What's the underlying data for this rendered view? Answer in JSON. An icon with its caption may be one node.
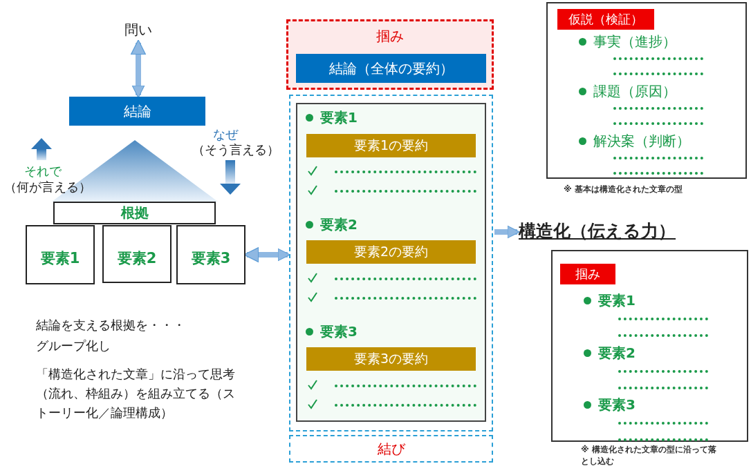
{
  "diagram": {
    "nodes": [
      {
        "text": [
          "問い"
        ]
      },
      {
        "text": [
          "結論"
        ]
      },
      {
        "text": [
          "根拠"
        ]
      },
      {
        "text": [
          "要素1"
        ]
      },
      {
        "text": [
          "要素2"
        ]
      },
      {
        "text": [
          "要素3"
        ]
      },
      {
        "text": [
          "掴み"
        ]
      },
      {
        "text": [
          "結論（全体の要約）"
        ],
        "in": 6
      },
      {
        "text": [],
        "shape": "box"
      },
      {
        "text": [],
        "shape": "box",
        "in": 8
      },
      {
        "text": [
          "要素1の要約"
        ],
        "in": 9
      },
      {
        "text": [
          "要素2の要約"
        ],
        "in": 9
      },
      {
        "text": [
          "要素3の要約"
        ],
        "in": 9
      },
      {
        "text": [
          "結び"
        ]
      },
      {
        "text": [],
        "shape": "box",
        "beside": [
          "※ 基本は構造化された文章の型"
        ]
      },
      {
        "text": [
          "仮説（検証）"
        ],
        "in": 14
      },
      {
        "text": [
          "構造化（伝える力）"
        ]
      },
      {
        "text": [],
        "shape": "box",
        "beside": [
          "※ 構造化された文章の型に沿って落とし込む"
        ]
      },
      {
        "text": [
          "掴み"
        ],
        "in": 17
      }
    ],
    "edges": [
      {
        "from": 0,
        "to": 1,
        "arrow": "both"
      },
      {
        "from": 5,
        "to": 8,
        "arrow": "both"
      },
      {
        "from": 8,
        "to": 16,
        "arrow": "to"
      }
    ],
    "labels": [
      "それで",
      "（何が言える）",
      "なぜ",
      "（そう言える）",
      "結論を支える根拠を・・・グループ化し",
      "「構造化された文章」に沿って思考（流れ、枠組み）を組み立てる（ストーリー化／論理構成）",
      "要素1",
      "要素2",
      "要素3",
      "事実（進捗）",
      "課題（原因）",
      "解決案（判断）",
      "要素1",
      "要素2",
      "要素3"
    ]
  }
}
